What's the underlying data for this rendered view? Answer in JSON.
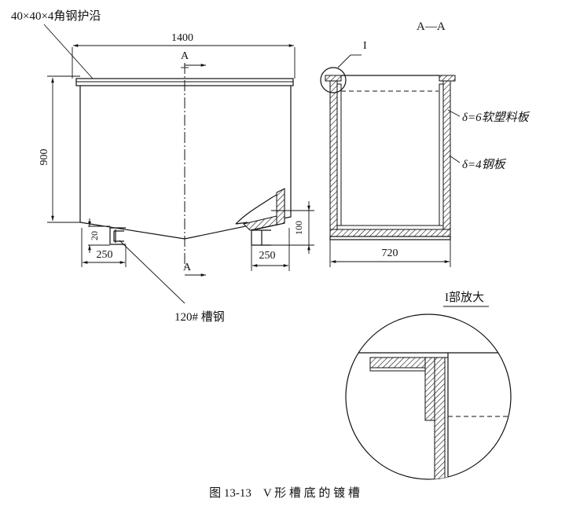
{
  "labels": {
    "angle_steel": "40×40×4角钢护沿",
    "width_top": "1400",
    "section_mark": "A",
    "section_title": "A—A",
    "height_900": "900",
    "height_20": "20",
    "height_100": "100",
    "base_250_left": "250",
    "base_250_right": "250",
    "channel_steel": "120# 槽钢",
    "detail_id": "I",
    "plastic_sheet": "δ=6软塑料板",
    "steel_sheet": "δ=4钢板",
    "width_720": "720",
    "detail_title": "I部放大",
    "caption": "图 13-13　V 形 槽 底 的 镀 槽"
  }
}
